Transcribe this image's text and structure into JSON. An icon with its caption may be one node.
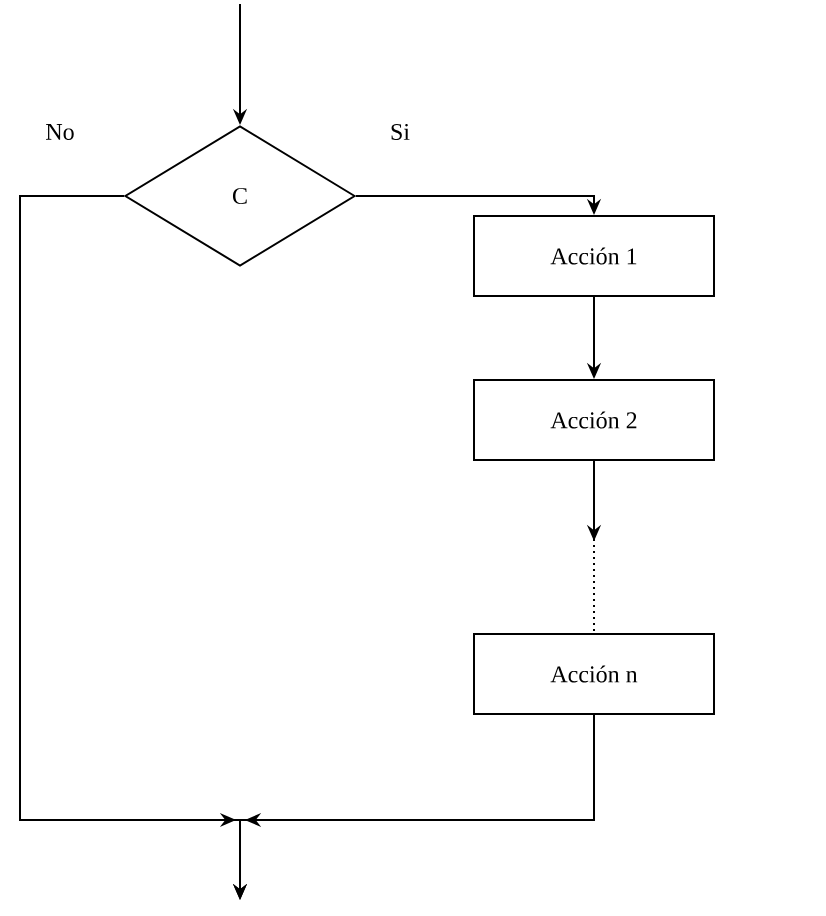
{
  "diagram": {
    "nodes": [
      {
        "text": [
          "C"
        ]
      },
      {
        "text": [
          "Acción 1"
        ]
      },
      {
        "text": [
          "Acción 2"
        ]
      },
      {
        "text": [
          "Acción n"
        ]
      }
    ],
    "edges": [
      {
        "from": null,
        "to": 0,
        "arrow": "to"
      },
      {
        "from": 0,
        "to": 1,
        "arrow": "to",
        "label": "Si"
      },
      {
        "from": 1,
        "to": 2,
        "arrow": "to"
      },
      {
        "from": 2,
        "to": 3,
        "arrow": "to",
        "style": "dashed"
      },
      {
        "from": 0,
        "to": null,
        "arrow": "to",
        "label": "No"
      },
      {
        "from": 3,
        "to": null,
        "arrow": "to"
      }
    ]
  }
}
